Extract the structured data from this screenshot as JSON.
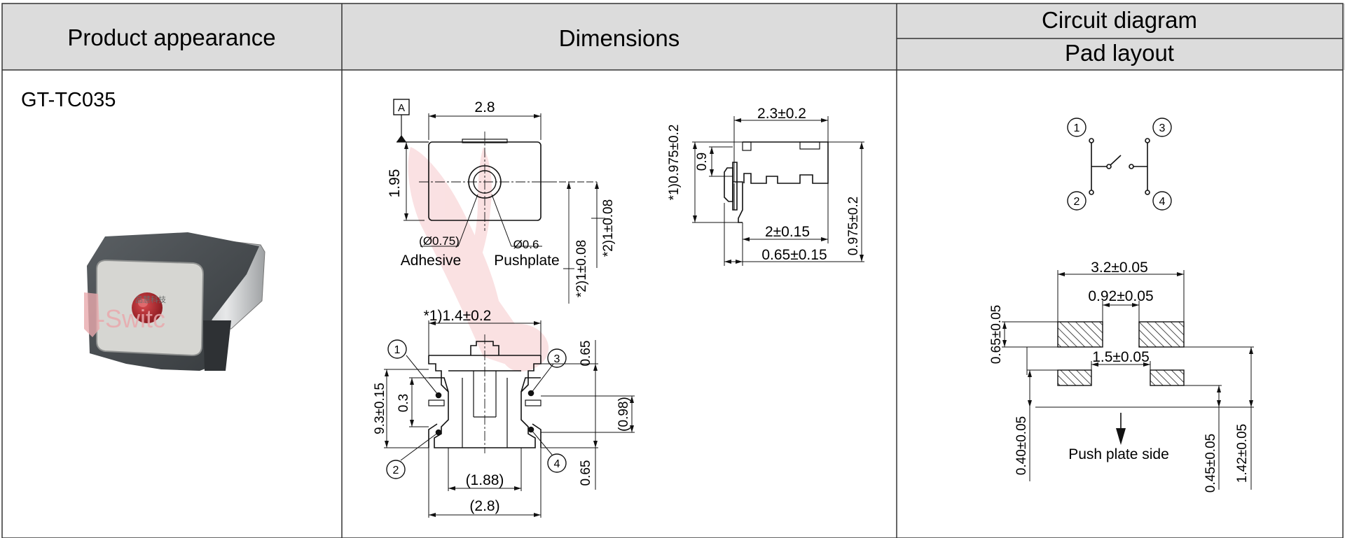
{
  "header": {
    "product_appearance": "Product appearance",
    "dimensions": "Dimensions",
    "circuit_diagram": "Circuit diagram",
    "pad_layout": "Pad layout"
  },
  "product": {
    "model": "GT-TC035",
    "photo_watermark": "-Switc",
    "photo_brand": "品慧科技"
  },
  "dimensions": {
    "datum_label": "A",
    "top_view": {
      "width": "2.8",
      "height": "1.95",
      "adhesive_dia": "(Ø0.75)",
      "pushplate_dia": "Ø0.6",
      "adhesive_label": "Adhesive",
      "pushplate_label": "Pushplate",
      "offset_inner": "*2)1±0.08",
      "offset_outer": "*2)1±0.08"
    },
    "side_view": {
      "length": "2.3±0.2",
      "height_left": "*1)0.975±0.2",
      "thickness": "0.9",
      "inner_length": "2±0.15",
      "lead": "0.65±0.15",
      "height_right": "0.975±0.2"
    },
    "front_view": {
      "top_width": "*1)1.4±0.2",
      "height_left": "9.3±0.15",
      "inner_height": "0.3",
      "pin_top": "0.65",
      "pin_gap": "(0.98)",
      "pin_bottom": "0.65",
      "inner_width": "(1.88)",
      "outer_width": "(2.8)",
      "pins": [
        "1",
        "2",
        "3",
        "4"
      ]
    }
  },
  "circuit": {
    "pins": [
      "1",
      "2",
      "3",
      "4"
    ]
  },
  "pad_layout": {
    "overall_width": "3.2±0.05",
    "inner_gap": "0.92±0.05",
    "pad_height": "0.65±0.05",
    "lower_gap": "1.5±0.05",
    "lower_left_height": "0.40±0.05",
    "lower_right_height": "0.45±0.05",
    "total_height": "1.42±0.05",
    "push_side_label": "Push plate side"
  },
  "colors": {
    "header_bg": "#dcdcdc",
    "grid_line": "#333333",
    "watermark": "#f2b8b8",
    "switch_body": "#454a4e",
    "button_red": "#b0262c"
  }
}
